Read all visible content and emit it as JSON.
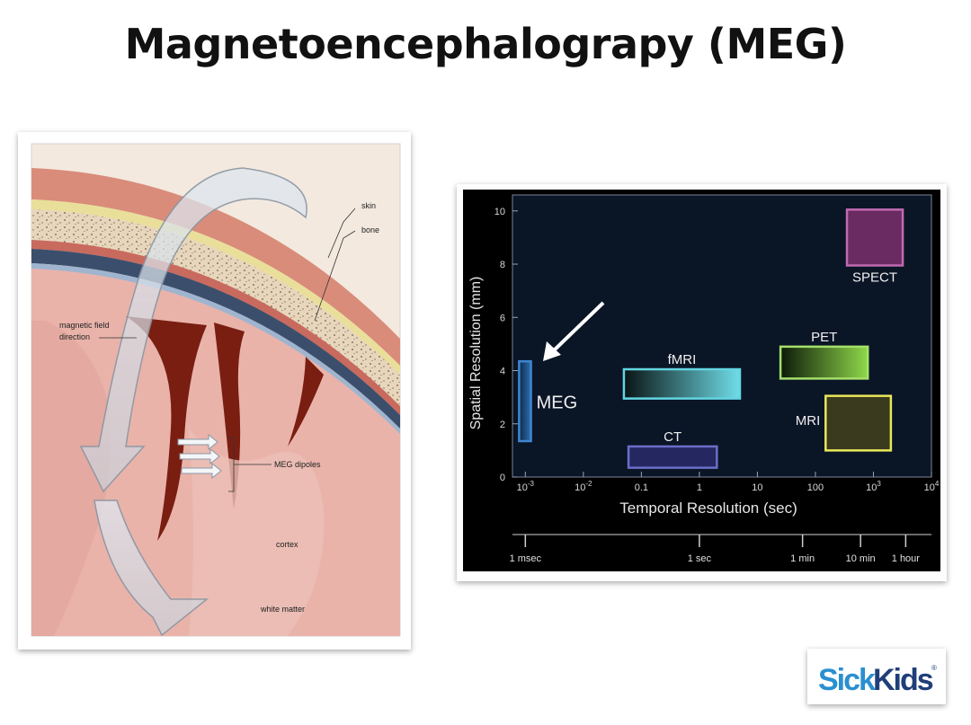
{
  "slide": {
    "title": "Magnetoencephalograpy (MEG)"
  },
  "illustration": {
    "labels": {
      "skin": "skin",
      "bone": "bone",
      "magnetic_field": [
        "magnetic field",
        "direction"
      ],
      "meg_dipoles": "MEG dipoles",
      "cortex": "cortex",
      "white_matter": "white matter"
    }
  },
  "logo": {
    "part1": "Sick",
    "part2": "Kids",
    "mark": "®"
  },
  "chart_data": {
    "type": "bar",
    "xlabel": "Temporal Resolution (sec)",
    "ylabel": "Spatial Resolution (mm)",
    "x_scale": "log",
    "xlim": [
      0.0006,
      10000
    ],
    "ylim": [
      0,
      10.6
    ],
    "x_ticks": [
      {
        "value": 0.001,
        "base": "10",
        "exp": "-3"
      },
      {
        "value": 0.01,
        "base": "10",
        "exp": "-2"
      },
      {
        "value": 0.1,
        "label": "0.1"
      },
      {
        "value": 1,
        "label": "1"
      },
      {
        "value": 10,
        "label": "10"
      },
      {
        "value": 100,
        "label": "100"
      },
      {
        "value": 1000,
        "base": "10",
        "exp": "3"
      },
      {
        "value": 10000,
        "base": "10",
        "exp": "4"
      }
    ],
    "y_ticks": [
      "0",
      "2",
      "4",
      "6",
      "8",
      "10"
    ],
    "time_scale": [
      {
        "value": 0.001,
        "label": "1 msec"
      },
      {
        "value": 1,
        "label": "1 sec"
      },
      {
        "value": 60,
        "label": "1 min"
      },
      {
        "value": 600,
        "label": "10 min"
      },
      {
        "value": 3600,
        "label": "1 hour"
      }
    ],
    "regions": [
      {
        "name": "MEG",
        "x": [
          0.00078,
          0.00125
        ],
        "y": [
          1.35,
          4.35
        ],
        "fill": [
          "#0c2a4a",
          "#2f6fb0"
        ],
        "stroke": "#3f86d0",
        "label_pos": "right"
      },
      {
        "name": "fMRI",
        "x": [
          0.05,
          5
        ],
        "y": [
          2.95,
          4.05
        ],
        "fill": [
          "#0a1414",
          "#6fdde8"
        ],
        "stroke": "#64d5e2",
        "label_pos": "top"
      },
      {
        "name": "CT",
        "x": [
          0.06,
          2
        ],
        "y": [
          0.35,
          1.15
        ],
        "fill": [
          "#252860",
          "#252860"
        ],
        "stroke": "#6b6ec8",
        "label_pos": "top"
      },
      {
        "name": "PET",
        "x": [
          25,
          800
        ],
        "y": [
          3.7,
          4.9
        ],
        "fill": [
          "#0d1a0a",
          "#8fd84a"
        ],
        "stroke": "#a5e06a",
        "label_pos": "top"
      },
      {
        "name": "MRI",
        "x": [
          150,
          2000
        ],
        "y": [
          1.0,
          3.05
        ],
        "fill": [
          "#3a3a1e",
          "#3a3a1e"
        ],
        "stroke": "#e8e85a",
        "label_pos": "left"
      },
      {
        "name": "SPECT",
        "x": [
          350,
          3200
        ],
        "y": [
          7.95,
          10.05
        ],
        "fill": [
          "#6a2a62",
          "#6a2a62"
        ],
        "stroke": "#c06ab0",
        "label_pos": "bottom"
      }
    ]
  }
}
